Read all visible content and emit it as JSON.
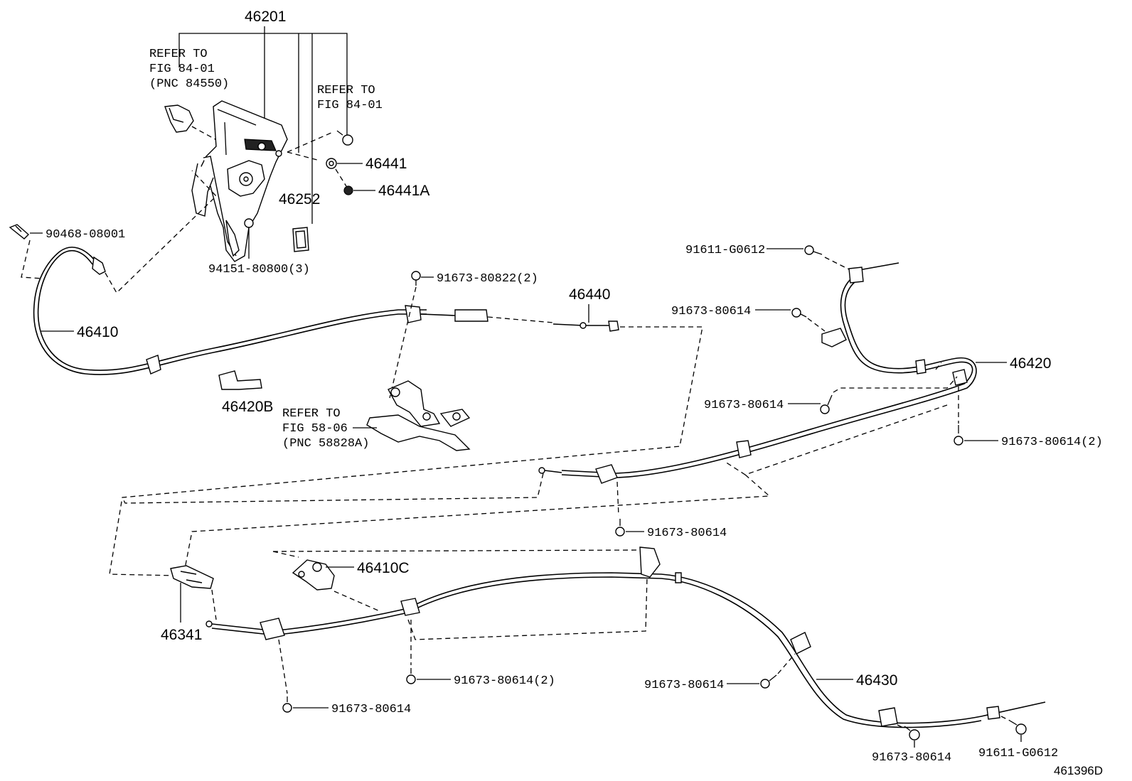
{
  "diagram": {
    "figure_id": "461396D",
    "callouts": {
      "lever_assy": "46201",
      "refer_84_01_a": [
        "REFER TO",
        "FIG 84-01",
        "(PNC 84550)"
      ],
      "refer_84_01_b": [
        "REFER TO",
        "FIG 84-01"
      ],
      "p46441": "46441",
      "p46441A": "46441A",
      "p46252": "46252",
      "p90468": "90468-08001",
      "p94151": "94151-80800(3)",
      "p46410": "46410",
      "p91673_80822": "91673-80822(2)",
      "p46440": "46440",
      "p46420B": "46420B",
      "refer_58_06": [
        "REFER TO",
        "FIG 58-06",
        "(PNC 58828A)"
      ],
      "p91611_top": "91611-G0612",
      "p91673_a": "91673-80614",
      "p46420": "46420",
      "p91673_b": "91673-80614",
      "p91673_c": "91673-80614(2)",
      "p91673_d": "91673-80614",
      "p46410C": "46410C",
      "p46341": "46341",
      "p91673_e": "91673-80614(2)",
      "p91673_f": "91673-80614",
      "p91673_g": "91673-80614",
      "p46430": "46430",
      "p91673_h": "91673-80614",
      "p91611_bottom": "91611-G0612"
    }
  }
}
